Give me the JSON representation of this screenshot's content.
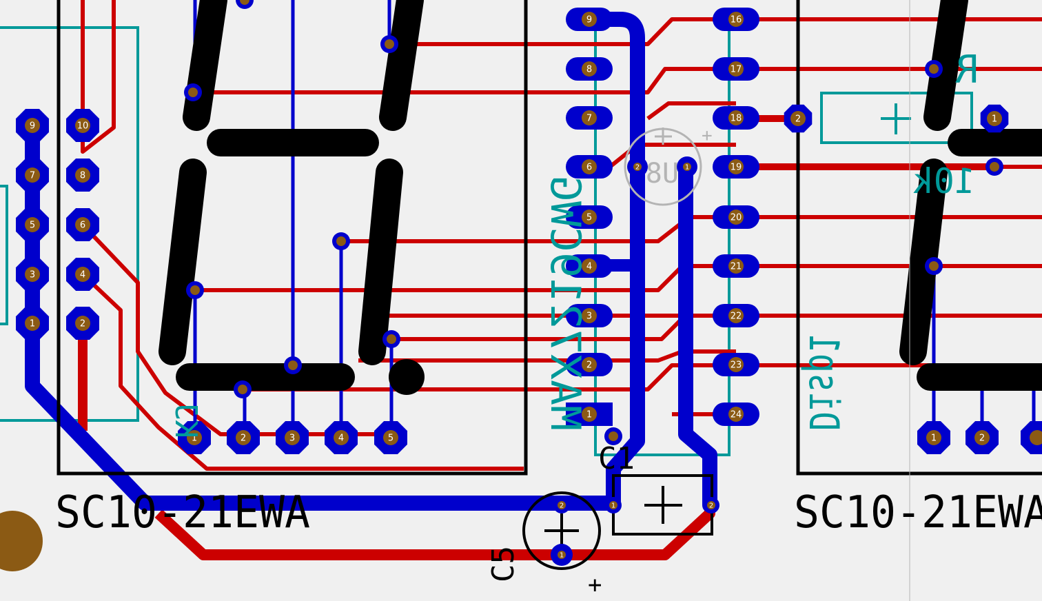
{
  "colors": {
    "background": "#f0f0f0",
    "bottom_copper": "#0000cc",
    "top_copper": "#cc0000",
    "silkscreen": "#000000",
    "teal_silk": "#009999",
    "drill": "#8b5a14",
    "ghost": "#b4b4b4"
  },
  "labels": {
    "display1_part": "SC10-21EWA",
    "display2_part": "SC10-21EWA",
    "cap_c1": "C1",
    "cap_c5": "C5",
    "c5_plus": "+",
    "c1_plus": "+",
    "res_plus": "+",
    "ghost_plus": "+",
    "ghost_u8": "U8",
    "ic_mirror": "MAX7219CWG",
    "disp_mirror": "Disp1",
    "kj_mirror": "KJ",
    "r_mirror": "R",
    "tr_mirror": "10k"
  },
  "connector_pins": {
    "left_col": [
      "9",
      "7",
      "5",
      "3",
      "1"
    ],
    "right_col": [
      "10",
      "8",
      "6",
      "4",
      "2"
    ]
  },
  "display1_pins": [
    "1",
    "2",
    "3",
    "4",
    "5"
  ],
  "display2_pins": [
    "1",
    "2"
  ],
  "ic_left_pins": [
    "9",
    "8",
    "7",
    "6",
    "5",
    "4",
    "3",
    "2",
    "1"
  ],
  "ic_right_pins": [
    "16",
    "17",
    "18",
    "19",
    "20",
    "21",
    "22",
    "23",
    "24"
  ],
  "ghost_pins": [
    "2",
    "1"
  ],
  "c1_pins": [
    "1",
    "2"
  ],
  "c5_pins": [
    "2",
    "1"
  ],
  "res_pins": [
    "2",
    "1"
  ]
}
